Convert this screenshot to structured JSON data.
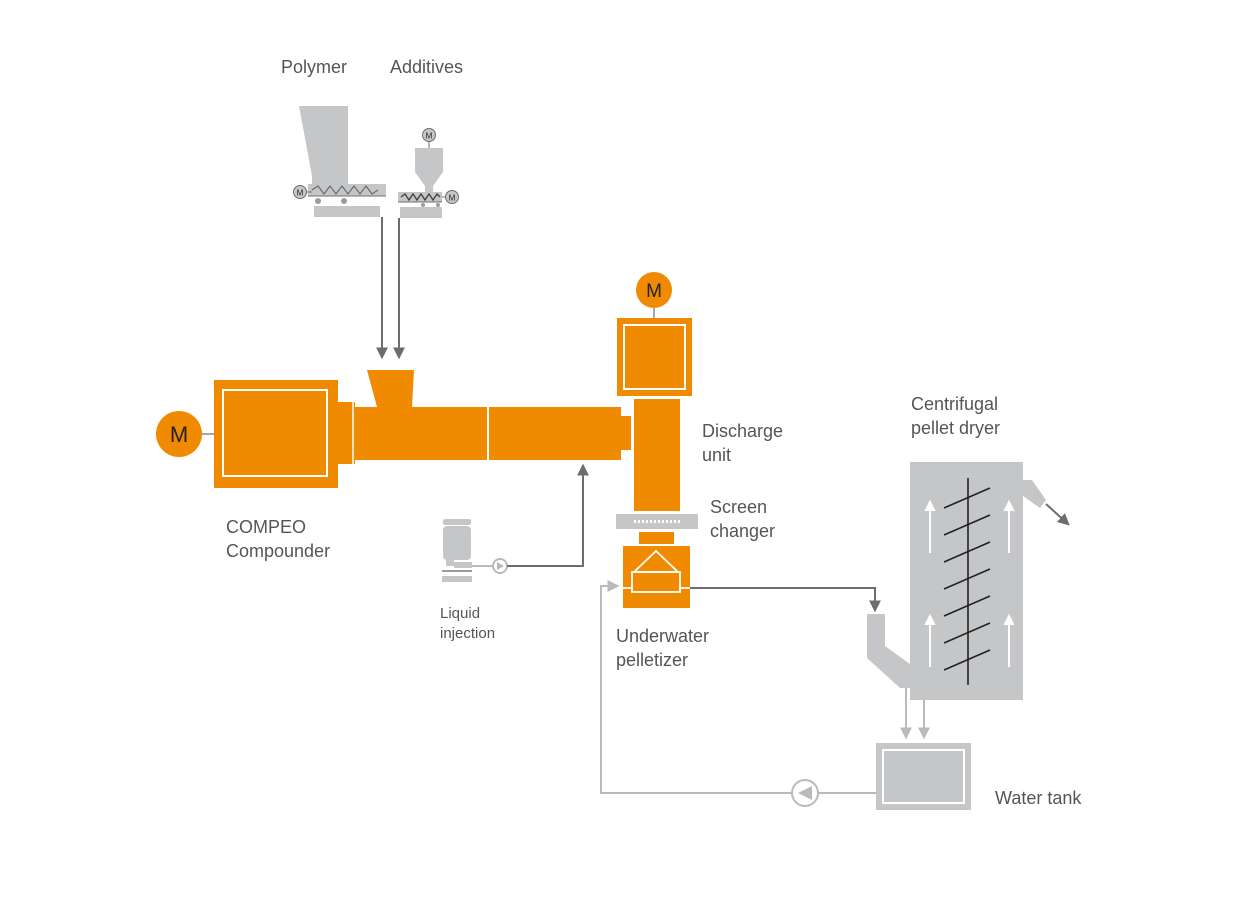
{
  "labels": {
    "polymer": "Polymer",
    "additives": "Additives",
    "compounder_line1": "COMPEO",
    "compounder_line2": "Compounder",
    "liquid_line1": "Liquid",
    "liquid_line2": "injection",
    "discharge_line1": "Discharge",
    "discharge_line2": "unit",
    "screen_line1": "Screen",
    "screen_line2": "changer",
    "pelletizer_line1": "Underwater",
    "pelletizer_line2": "pelletizer",
    "dryer_line1": "Centrifugal",
    "dryer_line2": "pellet dryer",
    "water_tank": "Water tank"
  },
  "motor_label": "M",
  "colors": {
    "orange": "#f08a00",
    "gray": "#c4c6c8",
    "dark_gray": "#6b6d70",
    "line_gray": "#b8babc",
    "text": "#555555"
  }
}
